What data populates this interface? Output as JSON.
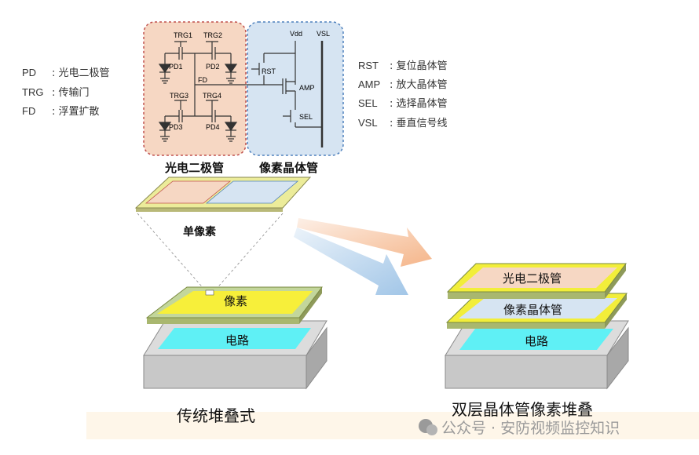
{
  "left_legend": [
    {
      "abbr": "PD",
      "sep": ":",
      "desc": "光电二极管"
    },
    {
      "abbr": "TRG",
      "sep": ":",
      "desc": "传输门"
    },
    {
      "abbr": "FD",
      "sep": ":",
      "desc": "浮置扩散"
    }
  ],
  "right_legend": [
    {
      "abbr": "RST",
      "sep": ":",
      "desc": "复位晶体管"
    },
    {
      "abbr": "AMP",
      "sep": ":",
      "desc": "放大晶体管"
    },
    {
      "abbr": "SEL",
      "sep": ":",
      "desc": "选择晶体管"
    },
    {
      "abbr": "VSL",
      "sep": ":",
      "desc": "垂直信号线"
    }
  ],
  "circuit": {
    "trg1": "TRG1",
    "trg2": "TRG2",
    "trg3": "TRG3",
    "trg4": "TRG4",
    "pd1": "PD1",
    "pd2": "PD2",
    "pd3": "PD3",
    "pd4": "PD4",
    "fd": "FD",
    "vdd": "Vdd",
    "vsl": "VSL",
    "rst": "RST",
    "amp": "AMP",
    "sel": "SEL"
  },
  "captions": {
    "photodiode_region": "光电二极管",
    "transistor_region": "像素晶体管",
    "single_pixel": "单像素"
  },
  "left_stack": {
    "top_layer": "像素",
    "bottom_layer": "电路",
    "title": "传统堆叠式"
  },
  "right_stack": {
    "layer1": "光电二极管",
    "layer2": "像素晶体管",
    "layer3": "电路",
    "title": "双层晶体管像素堆叠"
  },
  "watermark": "公众号 · 安防视频监控知识",
  "colors": {
    "pd_region": "#f6d7c3",
    "pd_border": "#c0504d",
    "tr_region": "#d6e4f2",
    "tr_border": "#4f81bd",
    "pixel_yellow": "#f7ef3a",
    "pixel_frame": "#ecec9a",
    "circuit_cyan": "#5ff0f5",
    "base_gray": "#c8c8c8",
    "arrow_orange": "#f4b183",
    "arrow_blue": "#9dc3e6"
  }
}
